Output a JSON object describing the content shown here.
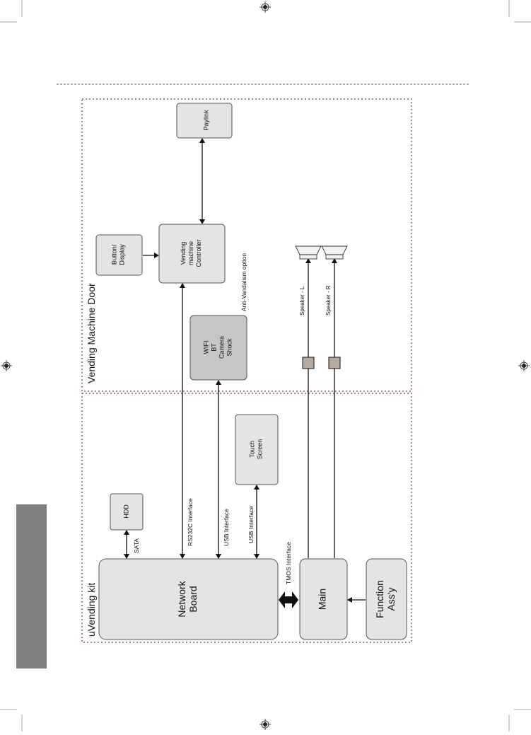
{
  "colors": {
    "box_fill": "#e4e4e4",
    "dark_box_fill": "#c6c6c6",
    "side_tab": "#808080",
    "region_border": "#7a3b4a",
    "line": "#111111"
  },
  "regions": {
    "uvending_kit": "uVending kit",
    "vending_machine_door": "Vending Machine Door"
  },
  "blocks": {
    "network_board": "Network Board",
    "main": "Main",
    "function_assy": "Function Ass'y",
    "hdd": "HDD",
    "touch_screen": "Touch Screen",
    "wifi_bt_camera_shock": "WIFI BT Camera Shock",
    "vending_machine_controller": "Vending machine Controller",
    "button_display": "Button/ Display",
    "paylink": "Paylink"
  },
  "connections": {
    "sata": "SATA",
    "rs232c": "RS232C Interface",
    "usb_1": "USB Interface",
    "usb_2": "USB Interface",
    "tmos": "TMOS Interface"
  },
  "notes": {
    "anti_vandalism": "Anti-Vandalism option",
    "speaker_l": "Speaker - L",
    "speaker_r": "Speaker - R"
  },
  "icons": [
    "registration-mark-icon",
    "speaker-icon",
    "connector-icon",
    "double-arrow-icon"
  ]
}
